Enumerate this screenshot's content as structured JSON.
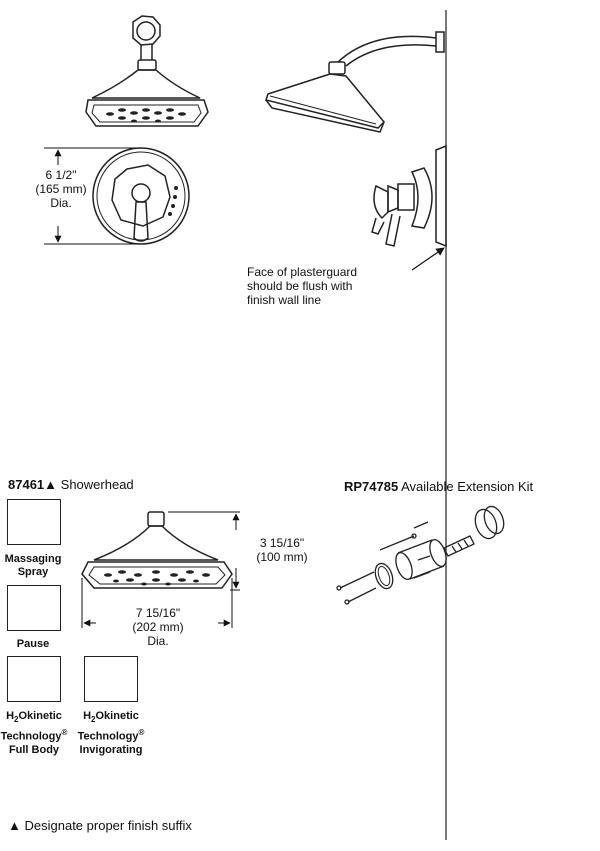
{
  "top": {
    "diameter_dim": {
      "line1": "6 1/2\"",
      "line2": "(165 mm)",
      "line3": "Dia."
    },
    "plasterguard_note": {
      "line1": "Face of plasterguard",
      "line2": "should be flush with",
      "line3": "finish wall line"
    }
  },
  "showerhead": {
    "model": "87461",
    "marker": "▲",
    "name": "Showerhead",
    "height_dim": {
      "line1": "3 15/16\"",
      "line2": "(100 mm)"
    },
    "width_dim": {
      "line1": "7 15/16\"",
      "line2": "(202 mm)",
      "line3": "Dia."
    }
  },
  "kit": {
    "model": "RP74785",
    "name": "Available Extension Kit"
  },
  "spray_modes": [
    {
      "line1": "Massaging",
      "line2": "Spray"
    },
    {
      "line1": "Pause"
    },
    {
      "line1": "H",
      "sub": "2",
      "rest": "Okinetic",
      "line2": "Technology",
      "sup": "®",
      "line3": "Full Body"
    },
    {
      "line1": "H",
      "sub": "2",
      "rest": "Okinetic",
      "line2": "Technology",
      "sup": "®",
      "line3": "Invigorating"
    }
  ],
  "footnote": {
    "marker": "▲",
    "text": "Designate proper finish suffix"
  }
}
